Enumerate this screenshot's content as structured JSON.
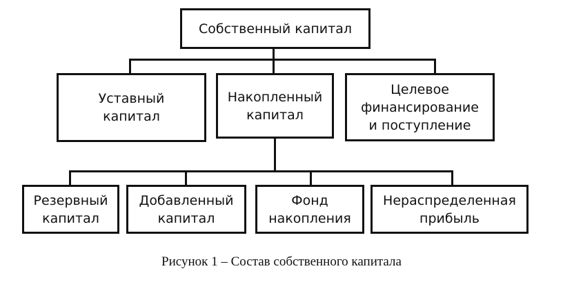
{
  "diagram": {
    "root": {
      "label": "Собственный капитал"
    },
    "level2": [
      {
        "label": "Уставный\nкапитал"
      },
      {
        "label": "Накопленный\nкапитал"
      },
      {
        "label": "Целевое\nфинансирование\nи поступление"
      }
    ],
    "level3": [
      {
        "label": "Резервный\nкапитал"
      },
      {
        "label": "Добавленный\nкапитал"
      },
      {
        "label": "Фонд\nнакопления"
      },
      {
        "label": "Нераспределенная\nприбыль"
      }
    ],
    "caption": "Рисунок 1 –  Состав собственного капитала"
  }
}
